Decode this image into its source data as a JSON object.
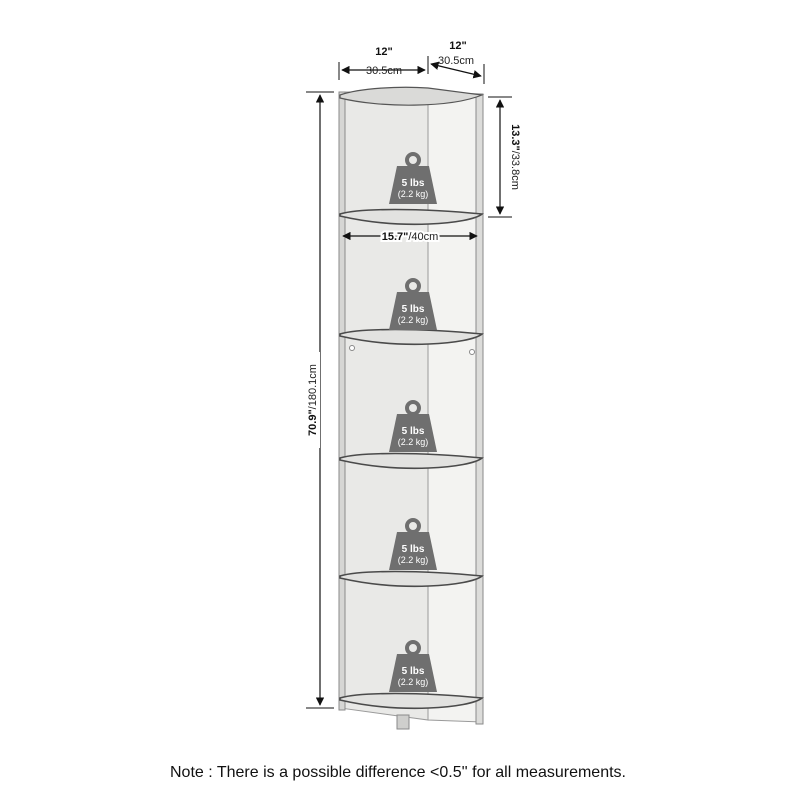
{
  "dimensions": {
    "top_left_in": "12\"",
    "top_left_cm": "30.5cm",
    "top_right_in": "12\"",
    "top_right_cm": "30.5cm",
    "shelf_gap_in": "13.3\"",
    "shelf_gap_cm": "/33.8cm",
    "shelf_width_in": "15.7\"",
    "shelf_width_cm": "/40cm",
    "height_in": "70.9\"",
    "height_cm": "/180.1cm"
  },
  "weight_capacity": {
    "lbs": "5 lbs",
    "kg": "(2.2 kg)",
    "icon": "weight-icon",
    "count": 5
  },
  "note": "Note : There is a possible difference <0.5'' for all measurements.",
  "colors": {
    "back_panel_light": "#ececeb",
    "side_panel": "#f4f4f2",
    "edge": "#4a4a4a",
    "weight_icon": "#6f6f6f"
  }
}
